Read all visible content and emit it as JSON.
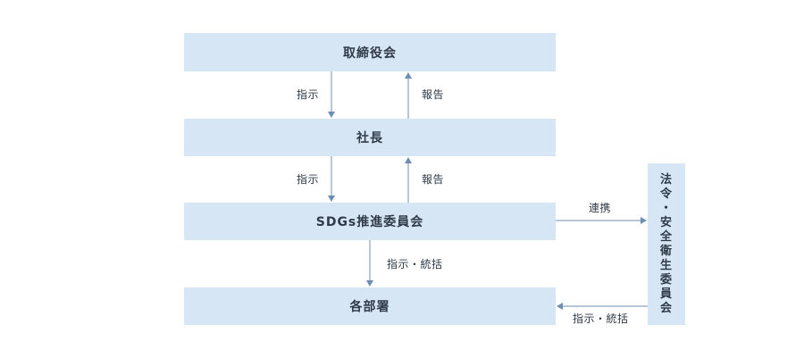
{
  "nodes": {
    "board": "取締役会",
    "president": "社長",
    "sdgs_committee": "SDGs推進委員会",
    "departments": "各部署",
    "safety_committee": "法令・安全衛生委員会"
  },
  "edges": {
    "board_to_president": "指示",
    "president_to_board": "報告",
    "president_to_sdgs": "指示",
    "sdgs_to_president": "報告",
    "sdgs_to_departments": "指示・統括",
    "sdgs_to_safety": "連携",
    "safety_to_departments": "指示・統括"
  },
  "colors": {
    "box_fill": "#d7e6f4",
    "arrow": "#6b8fb3",
    "text": "#2f3b48"
  }
}
